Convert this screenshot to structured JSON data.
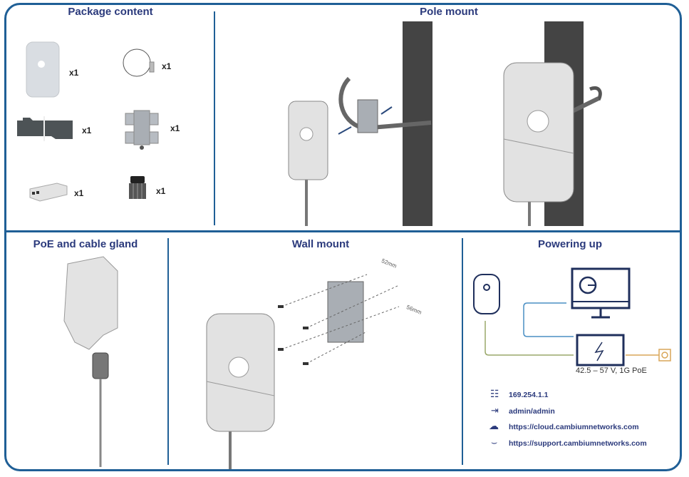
{
  "panels": {
    "package": {
      "title": "Package content",
      "items": [
        {
          "name": "radio-unit",
          "qty": "x1"
        },
        {
          "name": "pole-strap",
          "qty": "x1"
        },
        {
          "name": "ethernet-cable",
          "qty": "x1"
        },
        {
          "name": "mounting-bracket",
          "qty": "x1"
        },
        {
          "name": "poe-injector",
          "qty": "x1"
        },
        {
          "name": "cable-gland",
          "qty": "x1"
        }
      ]
    },
    "pole_mount": {
      "title": "Pole mount"
    },
    "poe_gland": {
      "title": "PoE and cable gland"
    },
    "wall_mount": {
      "title": "Wall mount",
      "dim_horizontal": "52mm",
      "dim_vertical": "56mm"
    },
    "powering_up": {
      "title": "Powering up",
      "poe_spec": "42.5 – 57 V, 1G PoE",
      "colors": {
        "data_line": "#4a8fc4",
        "poe_line": "#9aa86a",
        "power_line": "#d9a658",
        "device": "#1f2f5c"
      },
      "info": [
        {
          "icon": "network-icon",
          "text": "169.254.1.1"
        },
        {
          "icon": "login-icon",
          "text": "admin/admin"
        },
        {
          "icon": "cloud-icon",
          "text": "https://cloud.cambiumnetworks.com"
        },
        {
          "icon": "headset-icon",
          "text": "https://support.cambiumnetworks.com"
        }
      ]
    }
  },
  "colors": {
    "frame": "#1f5f96",
    "title": "#2b3a7c",
    "pole": "#444444",
    "device": "#d9d9d9"
  }
}
